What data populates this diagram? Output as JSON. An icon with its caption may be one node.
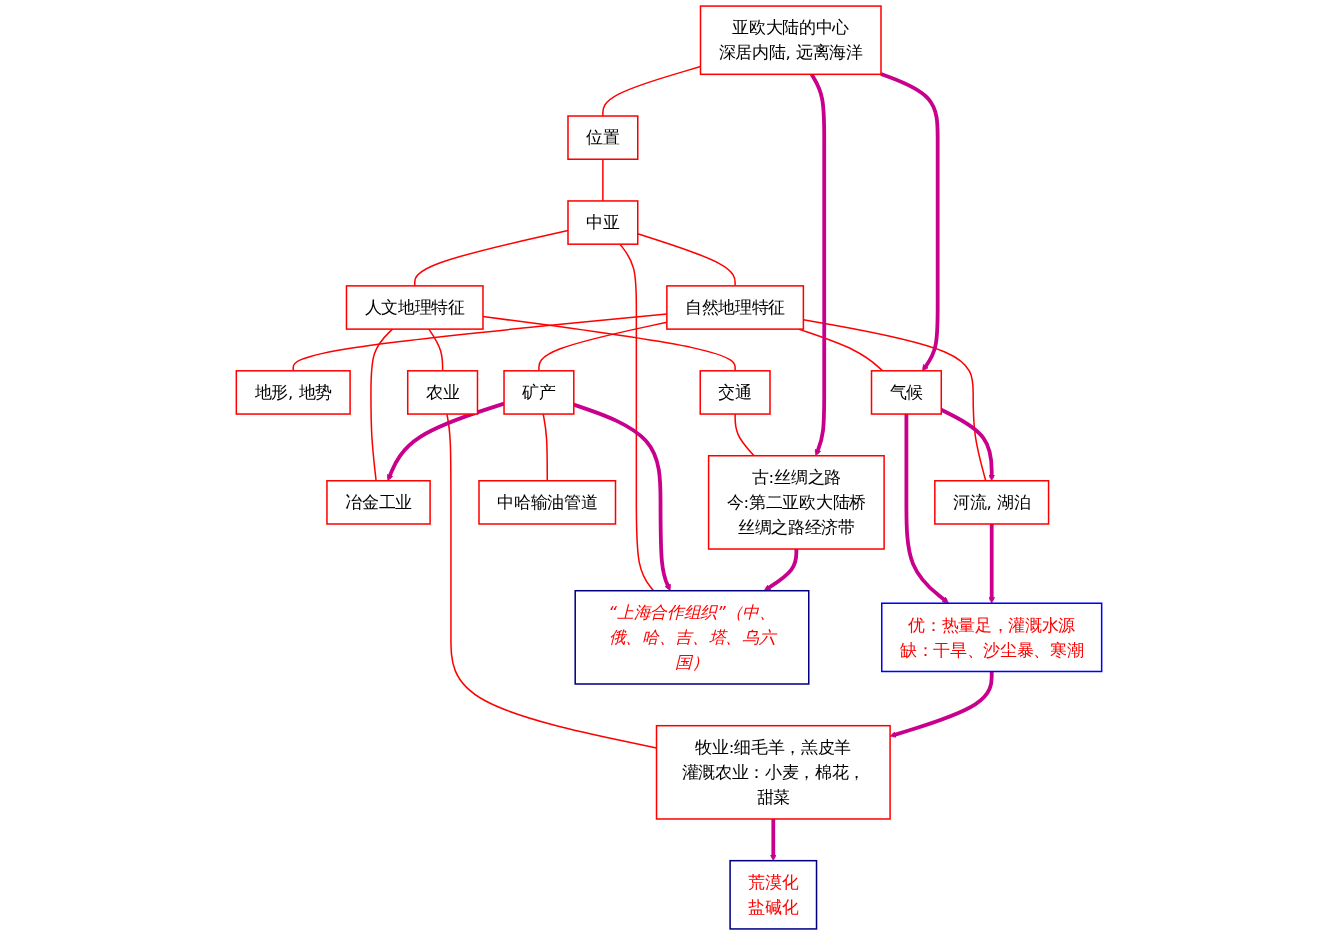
{
  "diagram": {
    "nodes": [
      {
        "text": [
          "牧业:细毛羊，羔皮羊",
          "灌溉农业：小麦，棉花，甜菜"
        ]
      },
      {
        "text": [
          "亚欧大陆的中心",
          "深居内陆, 远离海洋"
        ]
      },
      {
        "text": [
          "优：热量足，灌溉水源",
          "缺：干旱、沙尘暴、寒潮"
        ]
      },
      {
        "text": [
          "位置"
        ]
      },
      {
        "text": [
          "地形, 地势"
        ]
      },
      {
        "text": [
          "荒漠化",
          "盐碱化"
        ]
      },
      {
        "text": [
          "农业"
        ]
      },
      {
        "text": [
          "冶金工业"
        ]
      },
      {
        "text": [
          "人文地理特征"
        ]
      },
      {
        "text": [
          "中亚"
        ]
      },
      {
        "text": [
          "自然地理特征"
        ]
      },
      {
        "text": [
          "气候"
        ]
      },
      {
        "text": [
          "河流, 湖泊"
        ]
      },
      {
        "text": [
          "交通"
        ]
      },
      {
        "text": [
          "矿产"
        ]
      },
      {
        "text": [
          "中哈输油管道"
        ]
      },
      {
        "text": [
          "古:丝绸之路",
          "今:第二亚欧大陆桥",
          "丝绸之路经济带"
        ]
      },
      {
        "text": [
          "“上海合作组织”（中、俄、哈、吉、塔、乌六国）"
        ]
      }
    ],
    "edges": [
      {
        "from": 6,
        "to": 0,
        "arrow": "none"
      },
      {
        "from": 1,
        "to": 3,
        "arrow": "none"
      },
      {
        "from": 3,
        "to": 9,
        "arrow": "none"
      },
      {
        "from": 9,
        "to": 8,
        "arrow": "none"
      },
      {
        "from": 9,
        "to": 10,
        "arrow": "none"
      },
      {
        "from": 8,
        "to": 6,
        "arrow": "none"
      },
      {
        "from": 8,
        "to": 7,
        "arrow": "none"
      },
      {
        "from": 8,
        "to": 13,
        "arrow": "none"
      },
      {
        "from": 10,
        "to": 4,
        "arrow": "none"
      },
      {
        "from": 10,
        "to": 11,
        "arrow": "none"
      },
      {
        "from": 10,
        "to": 12,
        "arrow": "none"
      },
      {
        "from": 10,
        "to": 14,
        "arrow": "none"
      },
      {
        "from": 14,
        "to": 15,
        "arrow": "none"
      },
      {
        "from": 13,
        "to": 16,
        "arrow": "none"
      },
      {
        "from": 9,
        "to": 17,
        "arrow": "none"
      },
      {
        "from": 0,
        "to": 5,
        "arrow": "to",
        "style": "thick",
        "color": "#c8008c"
      },
      {
        "from": 1,
        "to": 11,
        "arrow": "to",
        "style": "thick",
        "color": "#c8008c"
      },
      {
        "from": 1,
        "to": 16,
        "arrow": "to",
        "style": "thick",
        "color": "#c8008c"
      },
      {
        "from": 2,
        "to": 0,
        "arrow": "to",
        "style": "thick",
        "color": "#c8008c"
      },
      {
        "from": 11,
        "to": 2,
        "arrow": "to",
        "style": "thick",
        "color": "#c8008c"
      },
      {
        "from": 12,
        "to": 2,
        "arrow": "to",
        "style": "thick",
        "color": "#c8008c"
      },
      {
        "from": 11,
        "to": 12,
        "arrow": "to",
        "style": "thick",
        "color": "#c8008c"
      },
      {
        "from": 14,
        "to": 7,
        "arrow": "to",
        "style": "thick",
        "color": "#c8008c"
      },
      {
        "from": 14,
        "to": 17,
        "arrow": "to",
        "style": "thick",
        "color": "#c8008c"
      },
      {
        "from": 16,
        "to": 17,
        "arrow": "to",
        "style": "thick",
        "color": "#c8008c"
      }
    ]
  }
}
